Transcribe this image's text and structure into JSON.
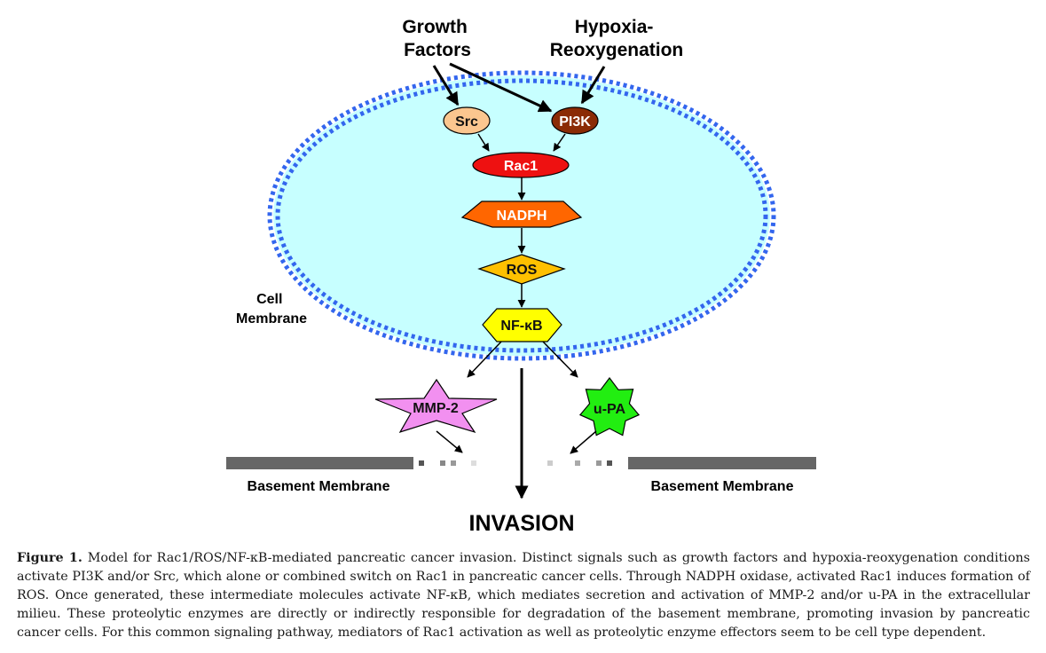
{
  "diagram": {
    "inputs": {
      "growth_factors": [
        "Growth",
        "Factors"
      ],
      "hypoxia": [
        "Hypoxia-",
        "Reoxygenation"
      ]
    },
    "cell_membrane_label": [
      "Cell",
      "Membrane"
    ],
    "nodes": {
      "src": {
        "label": "Src",
        "fill": "#fbc68f",
        "text_color": "#111111"
      },
      "pi3k": {
        "label": "PI3K",
        "fill": "#8b2b05",
        "text_color": "#ffffff"
      },
      "rac1": {
        "label": "Rac1",
        "fill": "#ee1111",
        "text_color": "#ffffff"
      },
      "nadph": {
        "label": "NADPH",
        "fill": "#ff6600",
        "text_color": "#ffffff"
      },
      "ros": {
        "label": "ROS",
        "fill": "#ffc000",
        "text_color": "#111111"
      },
      "nfkb": {
        "label": "NF-κB",
        "fill": "#ffff00",
        "text_color": "#111111"
      },
      "mmp2": {
        "label": "MMP-2",
        "fill": "#f290f0",
        "text_color": "#111111"
      },
      "upa": {
        "label": "u-PA",
        "fill": "#22ee11",
        "text_color": "#111111"
      }
    },
    "basement_membrane_left": "Basement Membrane",
    "basement_membrane_right": "Basement Membrane",
    "outcome": "INVASION",
    "colors": {
      "cell_fill": "#c7ffff",
      "membrane_dots": "#3366ee",
      "basement": "#666666"
    }
  },
  "caption": {
    "label": "Figure 1.",
    "text": " Model for Rac1/ROS/NF-κB-mediated pancreatic cancer invasion. Distinct signals such as growth factors and hypoxia-reoxygenation conditions activate PI3K and/or Src, which alone or combined switch on Rac1 in pancreatic cancer cells. Through NADPH oxidase, activated Rac1 induces formation of ROS. Once generated, these intermediate molecules activate NF-κB, which mediates secretion and activation of MMP-2 and/or u-PA in the extracellular milieu. These proteolytic enzymes are directly or indirectly responsible for degradation of the basement membrane, promoting invasion by pancreatic cancer cells. For this common signaling pathway, mediators of Rac1 activation as well as proteolytic enzyme effectors seem to be cell type dependent."
  }
}
